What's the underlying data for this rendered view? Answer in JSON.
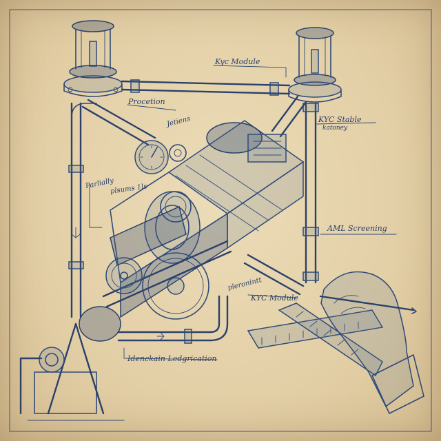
{
  "labels": {
    "kyc_module_top": "Kyc Module",
    "kyc_stable": "KYC Stable",
    "katoney": "katoney",
    "procetion": "Procetion",
    "jetiens": "Jetiens",
    "parlially": "Parlially",
    "plsums": "plsums 1ls",
    "aml_screening": "AML Screening",
    "pleronintt": "pleronintt",
    "kyc_module_bottom": "KYC Module",
    "identkain": "Idenckain Ledgrication"
  },
  "colors": {
    "paper": "#e7d5b0",
    "ink": "#2f4a78"
  }
}
